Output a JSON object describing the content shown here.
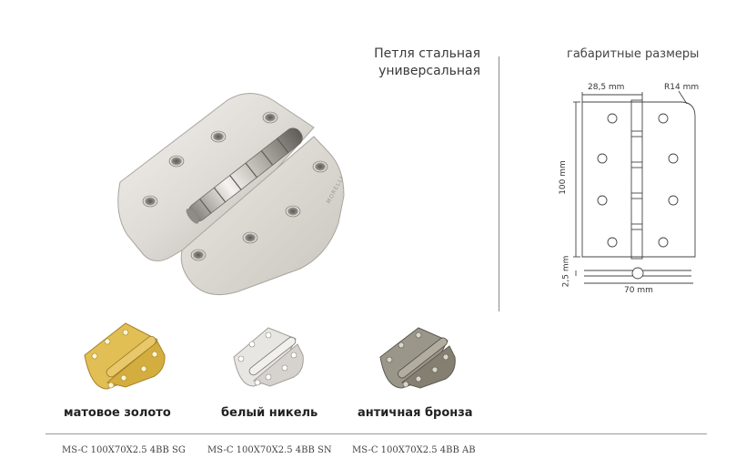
{
  "product": {
    "title_line1": "Петля стальная",
    "title_line2": "универсальная",
    "engraving": "MORELLI"
  },
  "dimensions": {
    "title": "габаритные размеры",
    "width_top": "28,5 mm",
    "radius": "R14 mm",
    "height": "100 mm",
    "thickness": "2,5 mm",
    "width_total": "70 mm"
  },
  "variants": [
    {
      "name": "матовое золото",
      "sku": "MS-C 100X70X2.5 4BB SG",
      "color": "#d9b23f"
    },
    {
      "name": "белый никель",
      "sku": "MS-C 100X70X2.5 4BB SN",
      "color": "#d8d6d4"
    },
    {
      "name": "античная бронза",
      "sku": "MS-C 100X70X2.5 4BB AB",
      "color": "#8f8a7c"
    }
  ]
}
